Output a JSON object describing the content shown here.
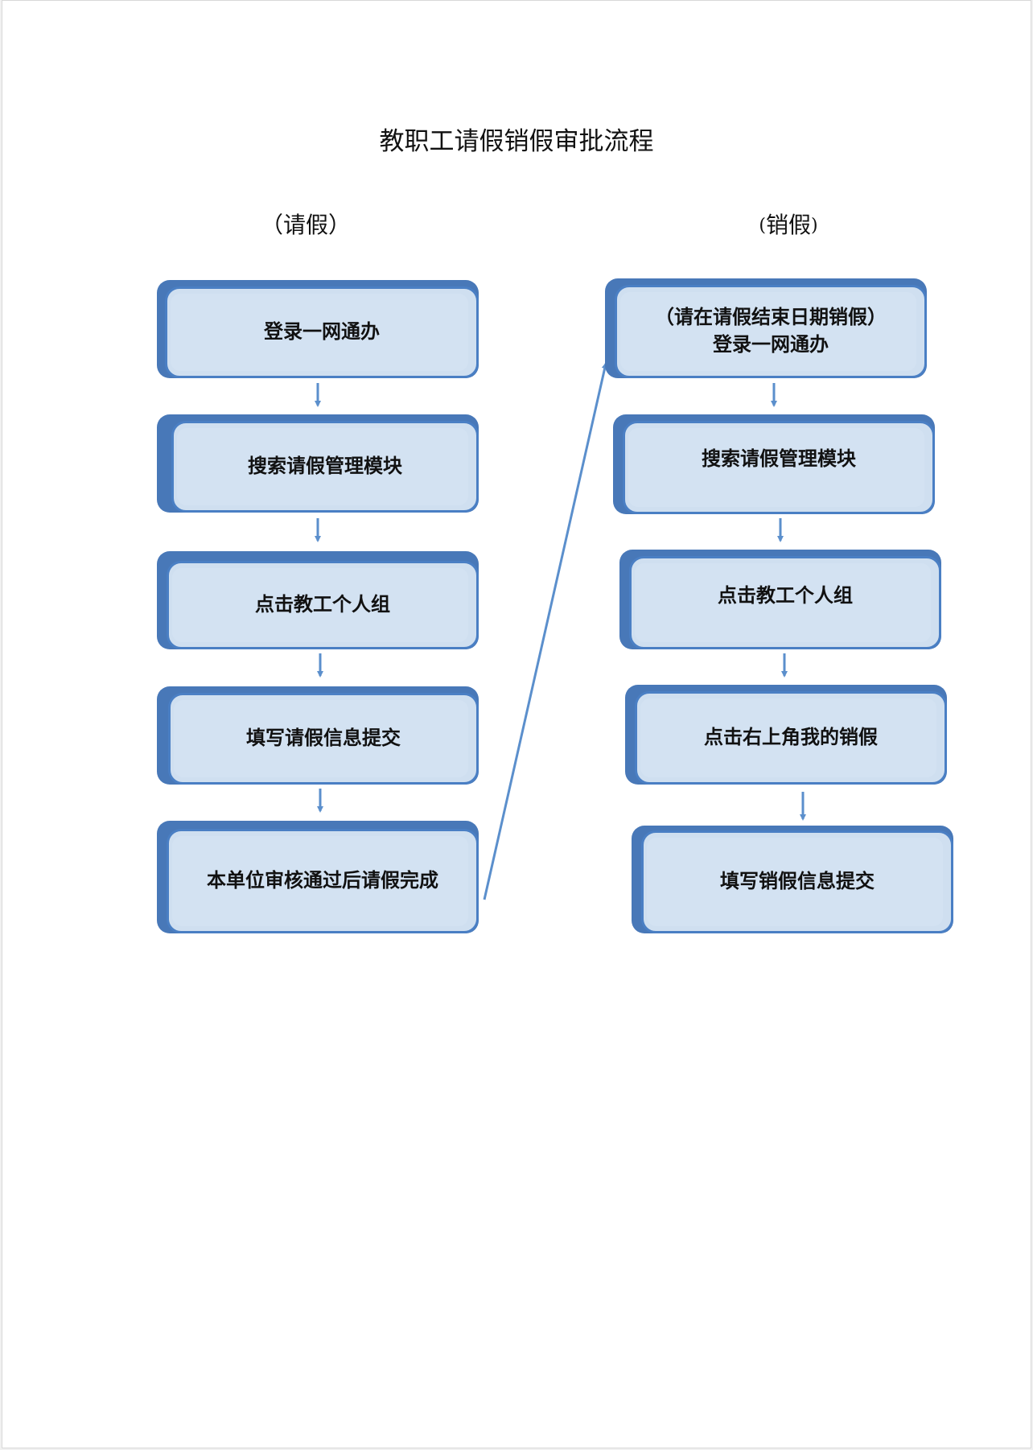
{
  "title": "教职工请假销假审批流程",
  "columns": [
    {
      "header": "（请假）"
    },
    {
      "header_paren_open": "(",
      "header_text": "销假",
      "header_paren_close": ")"
    }
  ],
  "leave_steps": [
    "登录一网通办",
    "搜索请假管理模块",
    "点击教工个人组",
    "填写请假信息提交",
    "本单位审核通过后请假完成"
  ],
  "cancel_steps": [
    {
      "line1": "（请在请假结束日期销假）",
      "line2": "登录一网通办"
    },
    {
      "line1": "搜索请假管理模块"
    },
    {
      "line1": "点击教工个人组"
    },
    {
      "line1": "点击右上角我的销假"
    },
    {
      "line1": "填写销假信息提交"
    }
  ],
  "colors": {
    "box_fill": "#cfdff0",
    "box_border": "#4a7fc4",
    "box_shadow": "#4878b8",
    "arrow": "#5b8fcc"
  }
}
